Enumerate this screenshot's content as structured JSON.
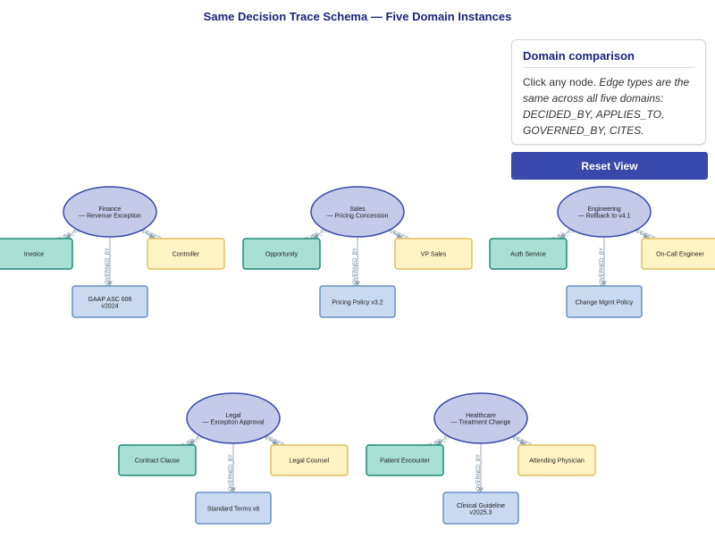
{
  "title": "Same Decision Trace Schema — Five Domain Instances",
  "panel": {
    "heading": "Domain comparison",
    "intro": "Click any node. ",
    "note": "Edge types are the same across all five domains: DECIDED_BY, APPLIES_TO, GOVERNED_BY, CITES."
  },
  "reset_label": "Reset View",
  "edge_labels": {
    "applies_to": "APPLIES_TO",
    "governed_by": "GOVERNED_BY",
    "decided_by": "DECIDED_BY"
  },
  "colors": {
    "decision_fill": "#c5cae9",
    "decision_stroke": "#3949ab",
    "entity_fill": "#a8e0d4",
    "entity_stroke": "#1e8a78",
    "person_fill": "#fff3c4",
    "person_stroke": "#e0c060",
    "policy_fill": "#c9d9ef",
    "policy_stroke": "#6a8fc4",
    "edge": "#9aaab8",
    "edge_label": "#5f7f8f"
  },
  "domains": [
    {
      "id": "finance",
      "decision": [
        "Finance",
        "— Revenue Exception"
      ],
      "entity": [
        "Invoice"
      ],
      "person": [
        "Controller"
      ],
      "policy": [
        "GAAP ASC 606",
        "v2024"
      ]
    },
    {
      "id": "sales",
      "decision": [
        "Sales",
        "— Pricing Concession"
      ],
      "entity": [
        "Opportunity"
      ],
      "person": [
        "VP Sales"
      ],
      "policy": [
        "Pricing Policy v3.2"
      ]
    },
    {
      "id": "engineering",
      "decision": [
        "Engineering",
        "— Rollback to v4.1"
      ],
      "entity": [
        "Auth Service"
      ],
      "person": [
        "On-Call Engineer"
      ],
      "policy": [
        "Change Mgmt Policy"
      ]
    },
    {
      "id": "legal",
      "decision": [
        "Legal",
        "— Exception Approval"
      ],
      "entity": [
        "Contract Clause"
      ],
      "person": [
        "Legal Counsel"
      ],
      "policy": [
        "Standard Terms v8"
      ]
    },
    {
      "id": "healthcare",
      "decision": [
        "Healthcare",
        "— Treatment Change"
      ],
      "entity": [
        "Patient Encounter"
      ],
      "person": [
        "Attending Physician"
      ],
      "policy": [
        "Clinical Guideline",
        "v2025.3"
      ]
    }
  ]
}
